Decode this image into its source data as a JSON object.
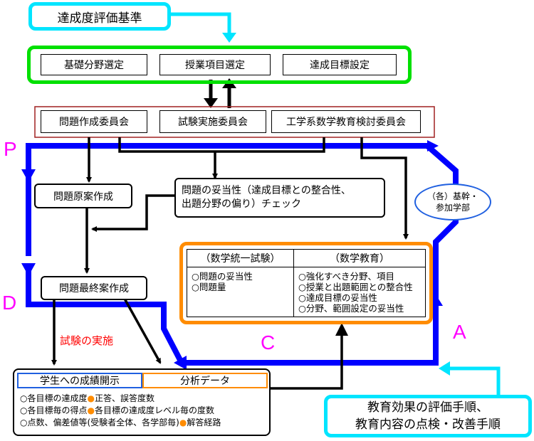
{
  "title": "達成度評価基準",
  "top_row": [
    "基礎分野選定",
    "授業項目選定",
    "達成目標設定"
  ],
  "committees": [
    "問題作成委員会",
    "試験実施委員会",
    "工学系数学教育検討委員会"
  ],
  "draft": "問題原案作成",
  "check": [
    "問題の妥当性（達成目標との整合性、",
    "出題分野の偏り）チェック"
  ],
  "final": "問題最終案作成",
  "pdca": {
    "p": "P",
    "d": "D",
    "c": "C",
    "a": "A"
  },
  "departments": [
    "（各）基幹・",
    "参加学部"
  ],
  "orange_box": {
    "left_header": "（数学統一試験）",
    "right_header": "（数学教育）",
    "left_items": [
      "○問題の妥当性",
      "○問題量"
    ],
    "right_items": [
      "○強化すべき分野、項目",
      "○授業と出題範囲との整合性",
      "○達成目標の妥当性",
      "○分野、範囲設定の妥当性"
    ]
  },
  "exam_label": "試験の実施",
  "results_header": "学生への成績開示",
  "analysis_header": "分析データ",
  "bottom_list": [
    {
      "a": "○各目標の達成度",
      "b": "正答、誤答度数"
    },
    {
      "a": "○各目標毎の得点",
      "b": "各目標の達成度レベル毎の度数"
    },
    {
      "a": "○点数、偏差値等(受験者全体、各学部毎)",
      "b": "解答経路"
    }
  ],
  "bullet": "●",
  "procedure": [
    "教育効果の評価手順、",
    "教育内容の点検・改善手順"
  ],
  "colors": {
    "cycle": "#0000ff",
    "cyan": "#00e5ff",
    "green": "#00e000",
    "orange": "#ff8c00",
    "maroon": "#a02020",
    "pdca": "#ff00ff",
    "exam": "#ff0000",
    "departments_border": "#2060e0"
  }
}
